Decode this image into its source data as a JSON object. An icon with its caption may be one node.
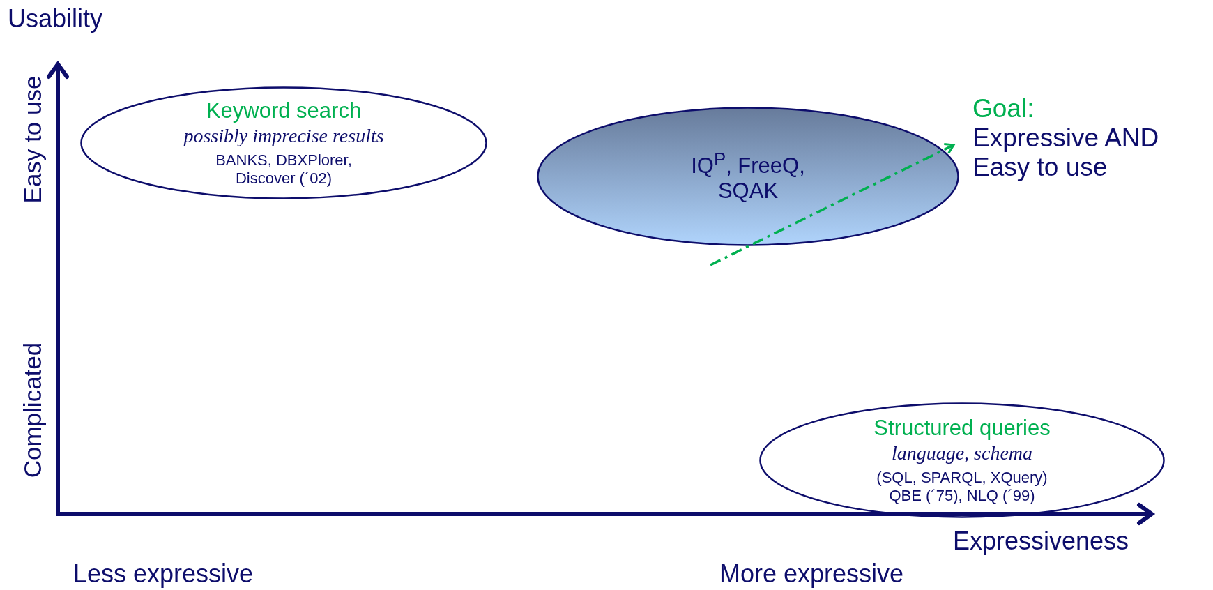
{
  "diagram": {
    "nodes": [
      {
        "text": [
          "Keyword search",
          "possibly imprecise results",
          "BANKS, DBXPlorer, Discover (´02)"
        ]
      },
      {
        "text": [
          "IQ$^{P}$, FreeQ, SQAK"
        ]
      },
      {
        "text": [
          "Structured queries",
          "language, schema",
          "(SQL, SPARQL, XQuery)",
          "QBE (´75), NLQ (´99)"
        ]
      },
      {
        "text": [
          "Goal:",
          "Expressive AND Easy to use"
        ]
      }
    ],
    "edges": [
      {
        "from": null,
        "to": 3,
        "arrow": "to",
        "style": "dashed",
        "color": "#00b050"
      }
    ],
    "labels": [
      "Usability",
      "Easy to use",
      "Complicated",
      "Expressiveness",
      "Less expressive",
      "More expressive"
    ]
  }
}
